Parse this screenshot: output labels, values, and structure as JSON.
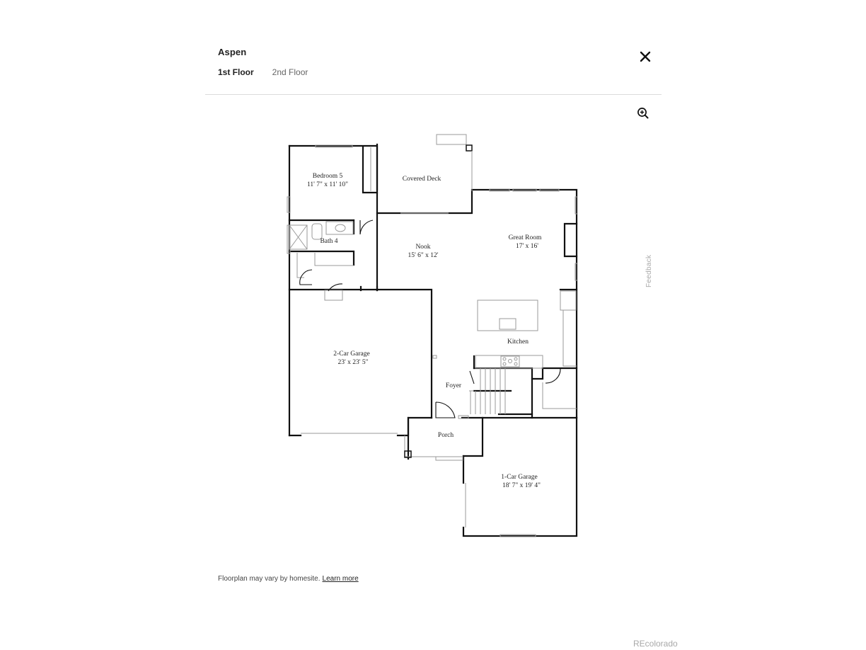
{
  "header": {
    "title": "Aspen",
    "close_icon": "close-icon",
    "tabs": [
      {
        "label": "1st Floor",
        "active": true
      },
      {
        "label": "2nd Floor",
        "active": false
      }
    ]
  },
  "toolbar": {
    "zoom_icon": "zoom-in-icon"
  },
  "floorplan": {
    "floor": "1st Floor",
    "rooms": [
      {
        "name": "Bedroom 5",
        "dimensions": "11' 7\" x 11' 10\""
      },
      {
        "name": "Covered Deck",
        "dimensions": ""
      },
      {
        "name": "Bath 4",
        "dimensions": ""
      },
      {
        "name": "Nook",
        "dimensions": "15' 6\" x 12'"
      },
      {
        "name": "Great Room",
        "dimensions": "17' x 16'"
      },
      {
        "name": "Kitchen",
        "dimensions": ""
      },
      {
        "name": "2-Car Garage",
        "dimensions": "23' x 23' 5\""
      },
      {
        "name": "Foyer",
        "dimensions": ""
      },
      {
        "name": "Porch",
        "dimensions": ""
      },
      {
        "name": "1-Car Garage",
        "dimensions": "18' 7\" x 19' 4\""
      }
    ]
  },
  "footer": {
    "disclaimer": "Floorplan may vary by homesite.",
    "learn_more": "Learn more"
  },
  "side": {
    "feedback": "Feedback"
  },
  "watermark": "REcolorado"
}
